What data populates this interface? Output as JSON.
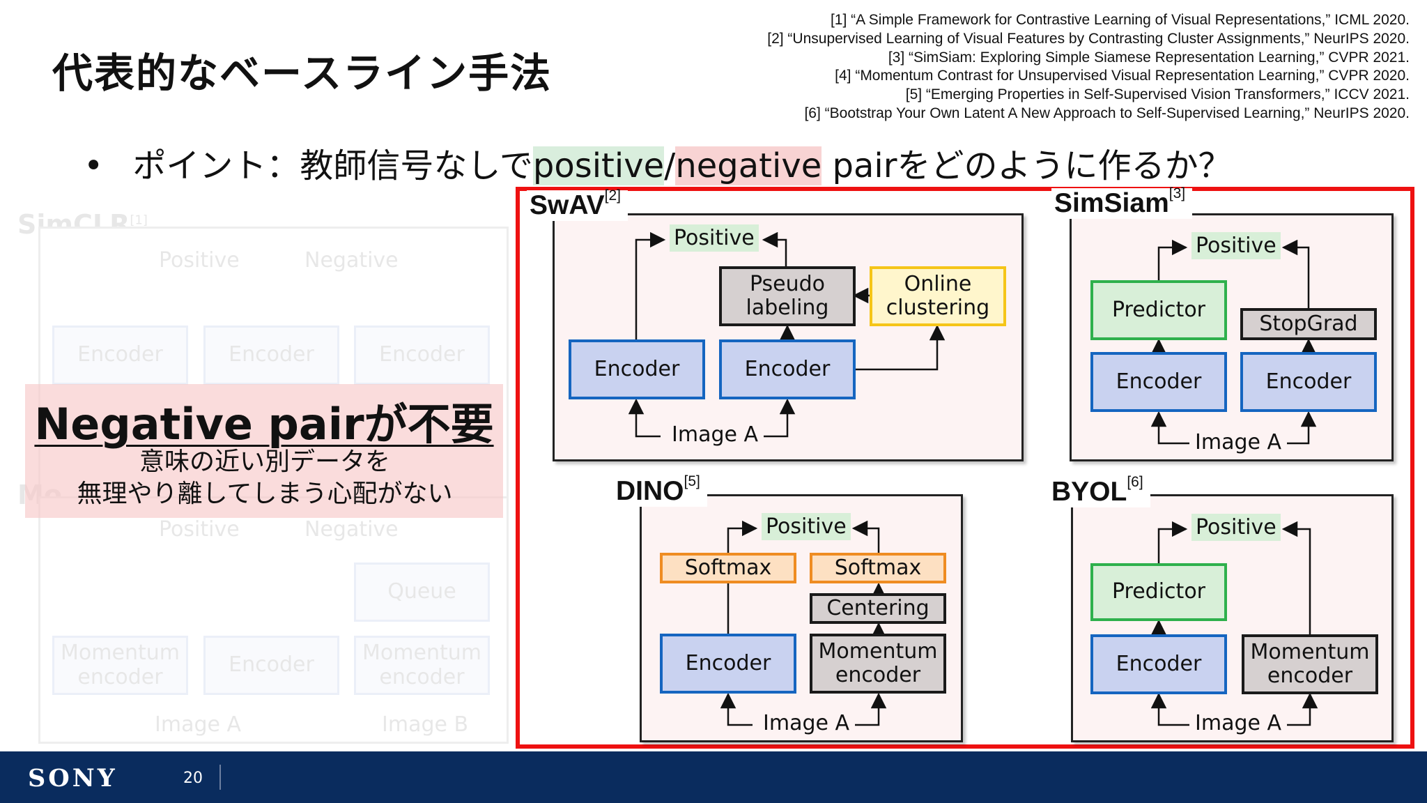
{
  "slide": {
    "title": "代表的なベースライン手法",
    "references": [
      "[1] “A Simple Framework for Contrastive Learning of Visual Representations,” ICML 2020.",
      "[2] “Unsupervised Learning of Visual Features by Contrasting Cluster Assignments,” NeurIPS 2020.",
      "[3] “SimSiam: Exploring Simple Siamese Representation Learning,” CVPR 2021.",
      "[4] “Momentum Contrast for Unsupervised Visual Representation Learning,” CVPR 2020.",
      "[5] “Emerging Properties in Self-Supervised Vision Transformers,” ICCV 2021.",
      "[6] “Bootstrap Your Own Latent A New Approach to Self-Supervised Learning,” NeurIPS 2020."
    ],
    "point": {
      "bullet": "•",
      "prefix": "ポイント：教師信号なしで",
      "positive": "positive",
      "slash": "/",
      "negative": "negative",
      "suffix": " pairをどのように作るか？"
    },
    "banner": {
      "title": "Negative pairが不要",
      "sub_line1": "意味の近い別データを",
      "sub_line2": "無理やり離してしまう心配がない"
    }
  },
  "faded": {
    "simclr_title": "SimCLR",
    "simclr_ref": "[1]",
    "moco_title": "Mo",
    "positive": "Positive",
    "negative": "Negative",
    "encoder": "Encoder",
    "queue": "Queue",
    "momentum_encoder_l1": "Momentum",
    "momentum_encoder_l2": "encoder",
    "image_a": "Image A",
    "image_b": "Image B"
  },
  "swav": {
    "title": "SwAV",
    "ref": "[2]",
    "positive": "Positive",
    "pseudo_l1": "Pseudo",
    "pseudo_l2": "labeling",
    "online_l1": "Online",
    "online_l2": "clustering",
    "encoder1": "Encoder",
    "encoder2": "Encoder",
    "image": "Image A"
  },
  "simsiam": {
    "title": "SimSiam",
    "ref": "[3]",
    "positive": "Positive",
    "predictor": "Predictor",
    "stopgrad": "StopGrad",
    "encoder1": "Encoder",
    "encoder2": "Encoder",
    "image": "Image A"
  },
  "dino": {
    "title": "DINO",
    "ref": "[5]",
    "positive": "Positive",
    "softmax1": "Softmax",
    "softmax2": "Softmax",
    "centering": "Centering",
    "encoder": "Encoder",
    "momentum_l1": "Momentum",
    "momentum_l2": "encoder",
    "image": "Image A"
  },
  "byol": {
    "title": "BYOL",
    "ref": "[6]",
    "positive": "Positive",
    "predictor": "Predictor",
    "encoder": "Encoder",
    "momentum_l1": "Momentum",
    "momentum_l2": "encoder",
    "image": "Image A"
  },
  "footer": {
    "logo": "SONY",
    "page_number": "20"
  },
  "colors": {
    "frame_red": "#ee1111",
    "encoder_blue": "#1565c0",
    "predictor_green": "#2eb04c",
    "online_yellow": "#f5c518",
    "softmax_orange": "#ef8c22",
    "footer_navy": "#0a2c5e",
    "positive_highlight": "#d9eedd",
    "negative_highlight": "#f8d3d3"
  }
}
